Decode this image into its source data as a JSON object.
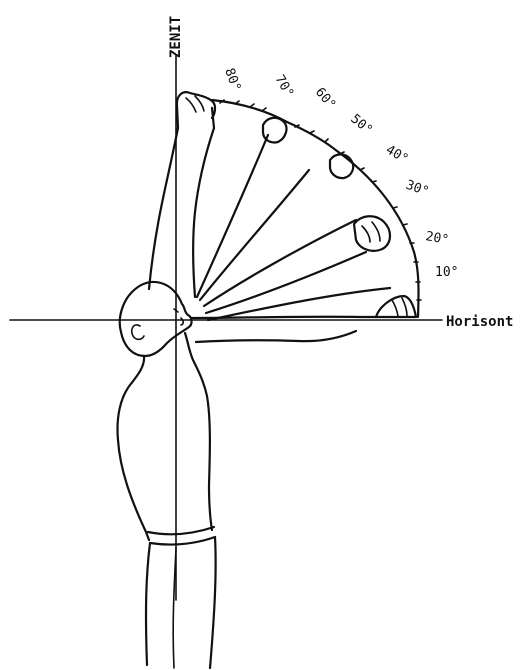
{
  "diagram": {
    "labels": {
      "zenith": "ZENIT",
      "horizon": "Horisont"
    },
    "angles": [
      "80°",
      "70°",
      "60°",
      "50°",
      "40°",
      "30°",
      "20°",
      "10°"
    ]
  }
}
